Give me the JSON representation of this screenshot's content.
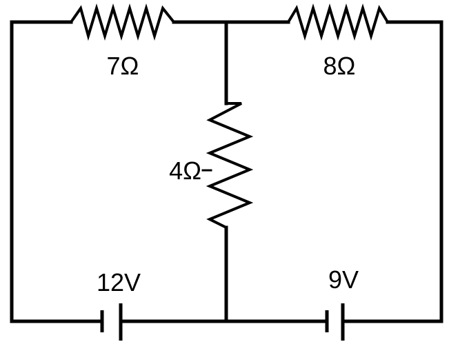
{
  "circuit": {
    "resistors": {
      "top_left": "7Ω",
      "top_right": "8Ω",
      "middle": "4Ω"
    },
    "batteries": {
      "left": "12V",
      "right": "9V"
    }
  }
}
